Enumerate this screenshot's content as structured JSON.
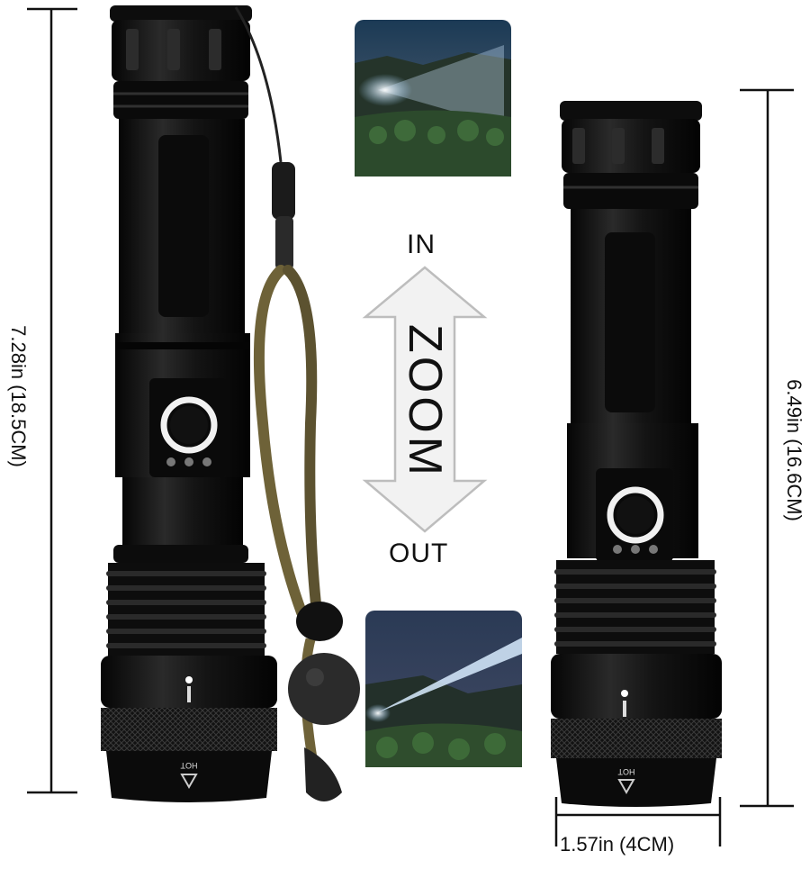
{
  "labels": {
    "zoom": "ZOOM",
    "in": "IN",
    "out": "OUT",
    "large_length": "7.28in (18.5CM)",
    "small_length": "6.49in (16.6CM)",
    "width": "1.57in (4CM)",
    "lens_mark": "HOT"
  },
  "colors": {
    "body": "#111111",
    "lanyard": "#6e6238",
    "arrow_fill": "#f2f2f2",
    "arrow_stroke": "#bdbdbd",
    "dimension_line": "#111111"
  }
}
